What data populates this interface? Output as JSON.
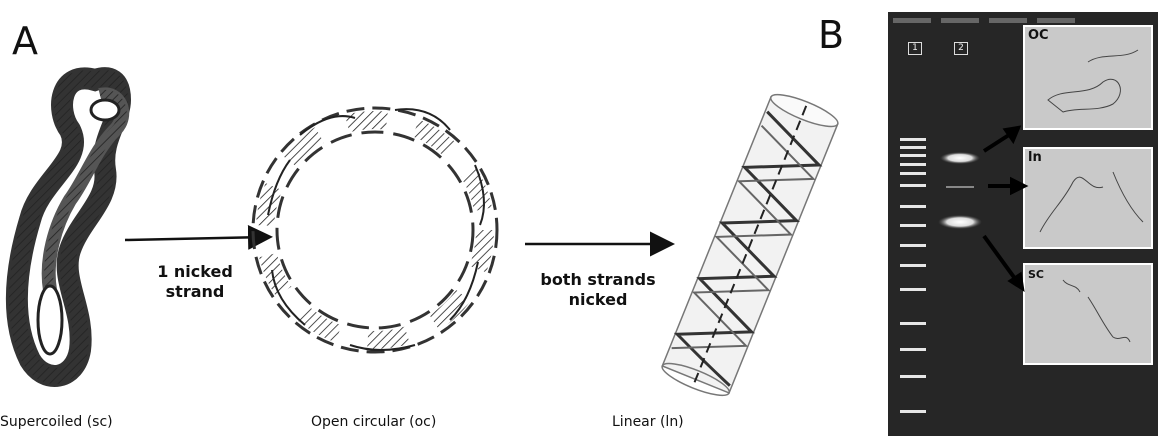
{
  "panels": {
    "a": "A",
    "b": "B"
  },
  "captions": {
    "supercoiled": "Supercoiled (sc)",
    "open_circular": "Open circular (oc)",
    "linear": "Linear (ln)"
  },
  "arrow_labels": {
    "nick1_line1": "1 nicked",
    "nick1_line2": "strand",
    "nick2_line1": "both strands",
    "nick2_line2": "nicked"
  },
  "gel": {
    "lane1": "1",
    "lane2": "2",
    "insets": {
      "oc": "OC",
      "ln": "ln",
      "sc": "SC"
    }
  }
}
